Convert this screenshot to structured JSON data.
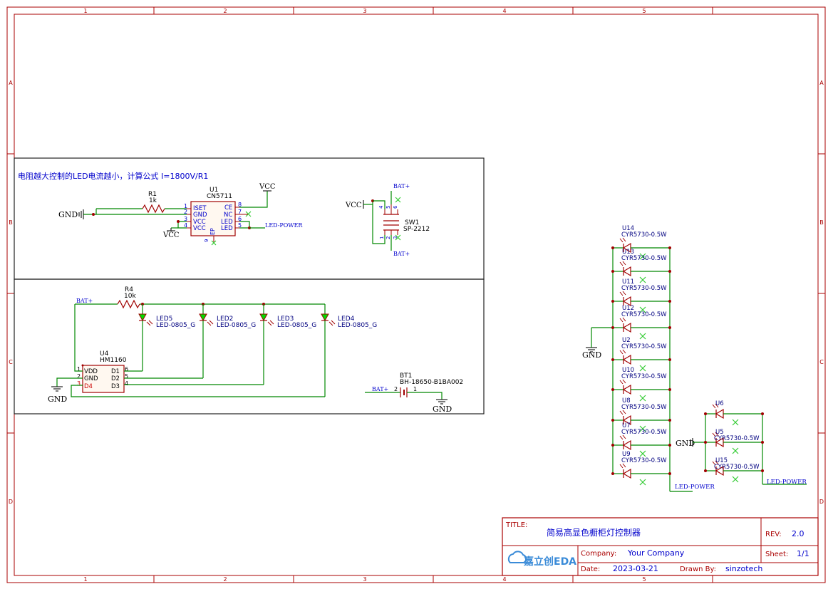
{
  "frame": {
    "col_labels": [
      "1",
      "2",
      "3",
      "4",
      "5"
    ],
    "row_labels": [
      "A",
      "B",
      "C",
      "D"
    ]
  },
  "note": "电阻越大控制的LED电流越小，计算公式 I=1800V/R1",
  "nets": {
    "gnd": "GND",
    "vcc": "VCC",
    "bat_plus": "BAT+",
    "led_power": "LED-POWER"
  },
  "u1": {
    "ref": "U1",
    "value": "CN5711",
    "left_pins": [
      {
        "num": "1",
        "name": "ISET"
      },
      {
        "num": "2",
        "name": "GND"
      },
      {
        "num": "3",
        "name": "VCC"
      },
      {
        "num": "4",
        "name": "VCC"
      }
    ],
    "right_pins": [
      {
        "num": "8",
        "name": "CE"
      },
      {
        "num": "7",
        "name": "NC"
      },
      {
        "num": "6",
        "name": "LED"
      },
      {
        "num": "5",
        "name": "LED"
      }
    ],
    "bottom_pin": {
      "num": "9",
      "name": "EP"
    }
  },
  "r1": {
    "ref": "R1",
    "value": "1k"
  },
  "r4": {
    "ref": "R4",
    "value": "10k"
  },
  "sw1": {
    "ref": "SW1",
    "value": "SP-2212",
    "pins_top": [
      "4",
      "5",
      "6"
    ],
    "pins_bottom": [
      "1",
      "2",
      "3"
    ]
  },
  "u4": {
    "ref": "U4",
    "value": "HM1160",
    "left_pins": [
      {
        "num": "1",
        "name": "VDD"
      },
      {
        "num": "2",
        "name": "GND"
      },
      {
        "num": "3",
        "name": "D4"
      }
    ],
    "right_pins": [
      {
        "num": "6",
        "name": "D1"
      },
      {
        "num": "5",
        "name": "D2"
      },
      {
        "num": "4",
        "name": "D3"
      }
    ]
  },
  "green_leds": [
    {
      "ref": "LED5",
      "value": "LED-0805_G"
    },
    {
      "ref": "LED2",
      "value": "LED-0805_G"
    },
    {
      "ref": "LED3",
      "value": "LED-0805_G"
    },
    {
      "ref": "LED4",
      "value": "LED-0805_G"
    }
  ],
  "bt1": {
    "ref": "BT1",
    "value": "BH-18650-B1BA002",
    "pin_left": "2",
    "pin_right": "1"
  },
  "led_array": {
    "value": "CYR5730-0.5W",
    "rows": [
      {
        "ref": "U14",
        "value": "CYR5730-0.5W"
      },
      {
        "ref": "U13",
        "value": "CYR5730-0.5W"
      },
      {
        "ref": "U11",
        "value": "CYR5730-0.5W"
      },
      {
        "ref": "U12",
        "value": "CYR5730-0.5W"
      },
      {
        "ref": "U2",
        "value": "CYR5730-0.5W"
      },
      {
        "ref": "U10",
        "value": "CYR5730-0.5W"
      },
      {
        "ref": "U8",
        "value": "CYR5730-0.5W"
      },
      {
        "ref": "U7",
        "value": "CYR5730-0.5W"
      },
      {
        "ref": "U9",
        "value": "CYR5730-0.5W"
      }
    ]
  },
  "led_array_small": {
    "rows": [
      {
        "ref": "U6",
        "value": ""
      },
      {
        "ref": "U5",
        "value": "CYR5730-0.5W"
      },
      {
        "ref": "U15",
        "value": "CYR5730-0.5W"
      }
    ]
  },
  "title_block": {
    "title_label": "TITLE:",
    "title": "简易高显色橱柜灯控制器",
    "rev_label": "REV:",
    "rev": "2.0",
    "company_label": "Company:",
    "company": "Your Company",
    "sheet_label": "Sheet:",
    "sheet": "1/1",
    "date_label": "Date:",
    "date": "2023-03-21",
    "drawn_by_label": "Drawn By:",
    "drawn_by": "sinzotech",
    "logo_text": "嘉立创EDA"
  },
  "colors": {
    "border": "#aa0000",
    "wire": "#008800",
    "component": "#a00000",
    "label_blue": "#0000cc",
    "led_green": "#00dd00",
    "pin_red": "#cc0000",
    "noconnect": "#33cc33"
  }
}
